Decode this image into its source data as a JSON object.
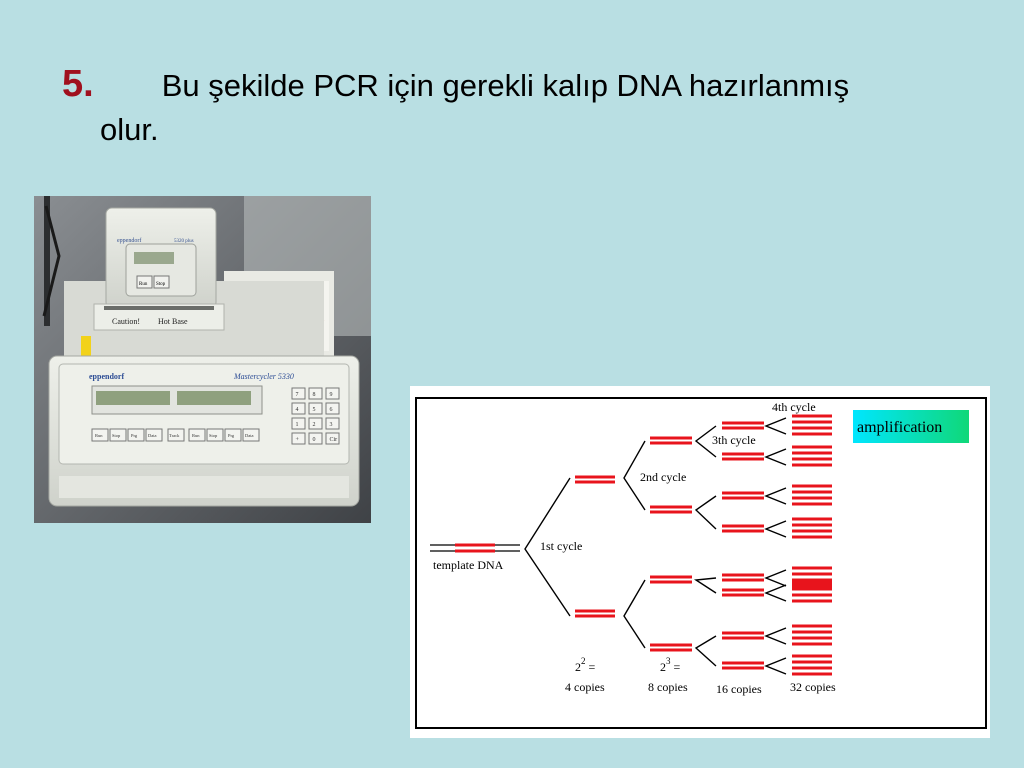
{
  "slide": {
    "number": "5.",
    "text_line1": "Bu şekilde PCR için gerekli kalıp DNA hazırlanmış",
    "text_line2": "olur."
  },
  "photo": {
    "top_brand": "eppendorf",
    "top_model": "5320 plus",
    "caution": "Caution!",
    "hot_base": "Hot Base",
    "brand": "eppendorf",
    "model": "Mastercycler 5330",
    "keys_left": [
      "Run",
      "Stop",
      "Prg",
      "Data"
    ],
    "keys_mid": [
      "Track"
    ],
    "keys_right": [
      "Run",
      "Stop",
      "Prg",
      "Data"
    ],
    "keypad": [
      "7",
      "8",
      "9",
      "4",
      "5",
      "6",
      "1",
      "2",
      "3",
      "+",
      "0",
      "Cir"
    ],
    "top_keys": [
      "Run",
      "Stop"
    ]
  },
  "diagram": {
    "amplification": "amplification",
    "template": "template DNA",
    "cycle1": "1st cycle",
    "cycle2": "2nd cycle",
    "cycle3": "3th cycle",
    "cycle4": "4th cycle",
    "eq4_base": "2",
    "eq4_exp": "2",
    "eq4_suffix": " =",
    "copies4": "4 copies",
    "eq8_base": "2",
    "eq8_exp": "3",
    "eq8_suffix": " =",
    "copies8": "8 copies",
    "copies16": "16 copies",
    "copies32": "32 copies",
    "colors": {
      "strand": "#e8141c",
      "box_from": "#00e6ff",
      "box_to": "#10d878"
    }
  }
}
